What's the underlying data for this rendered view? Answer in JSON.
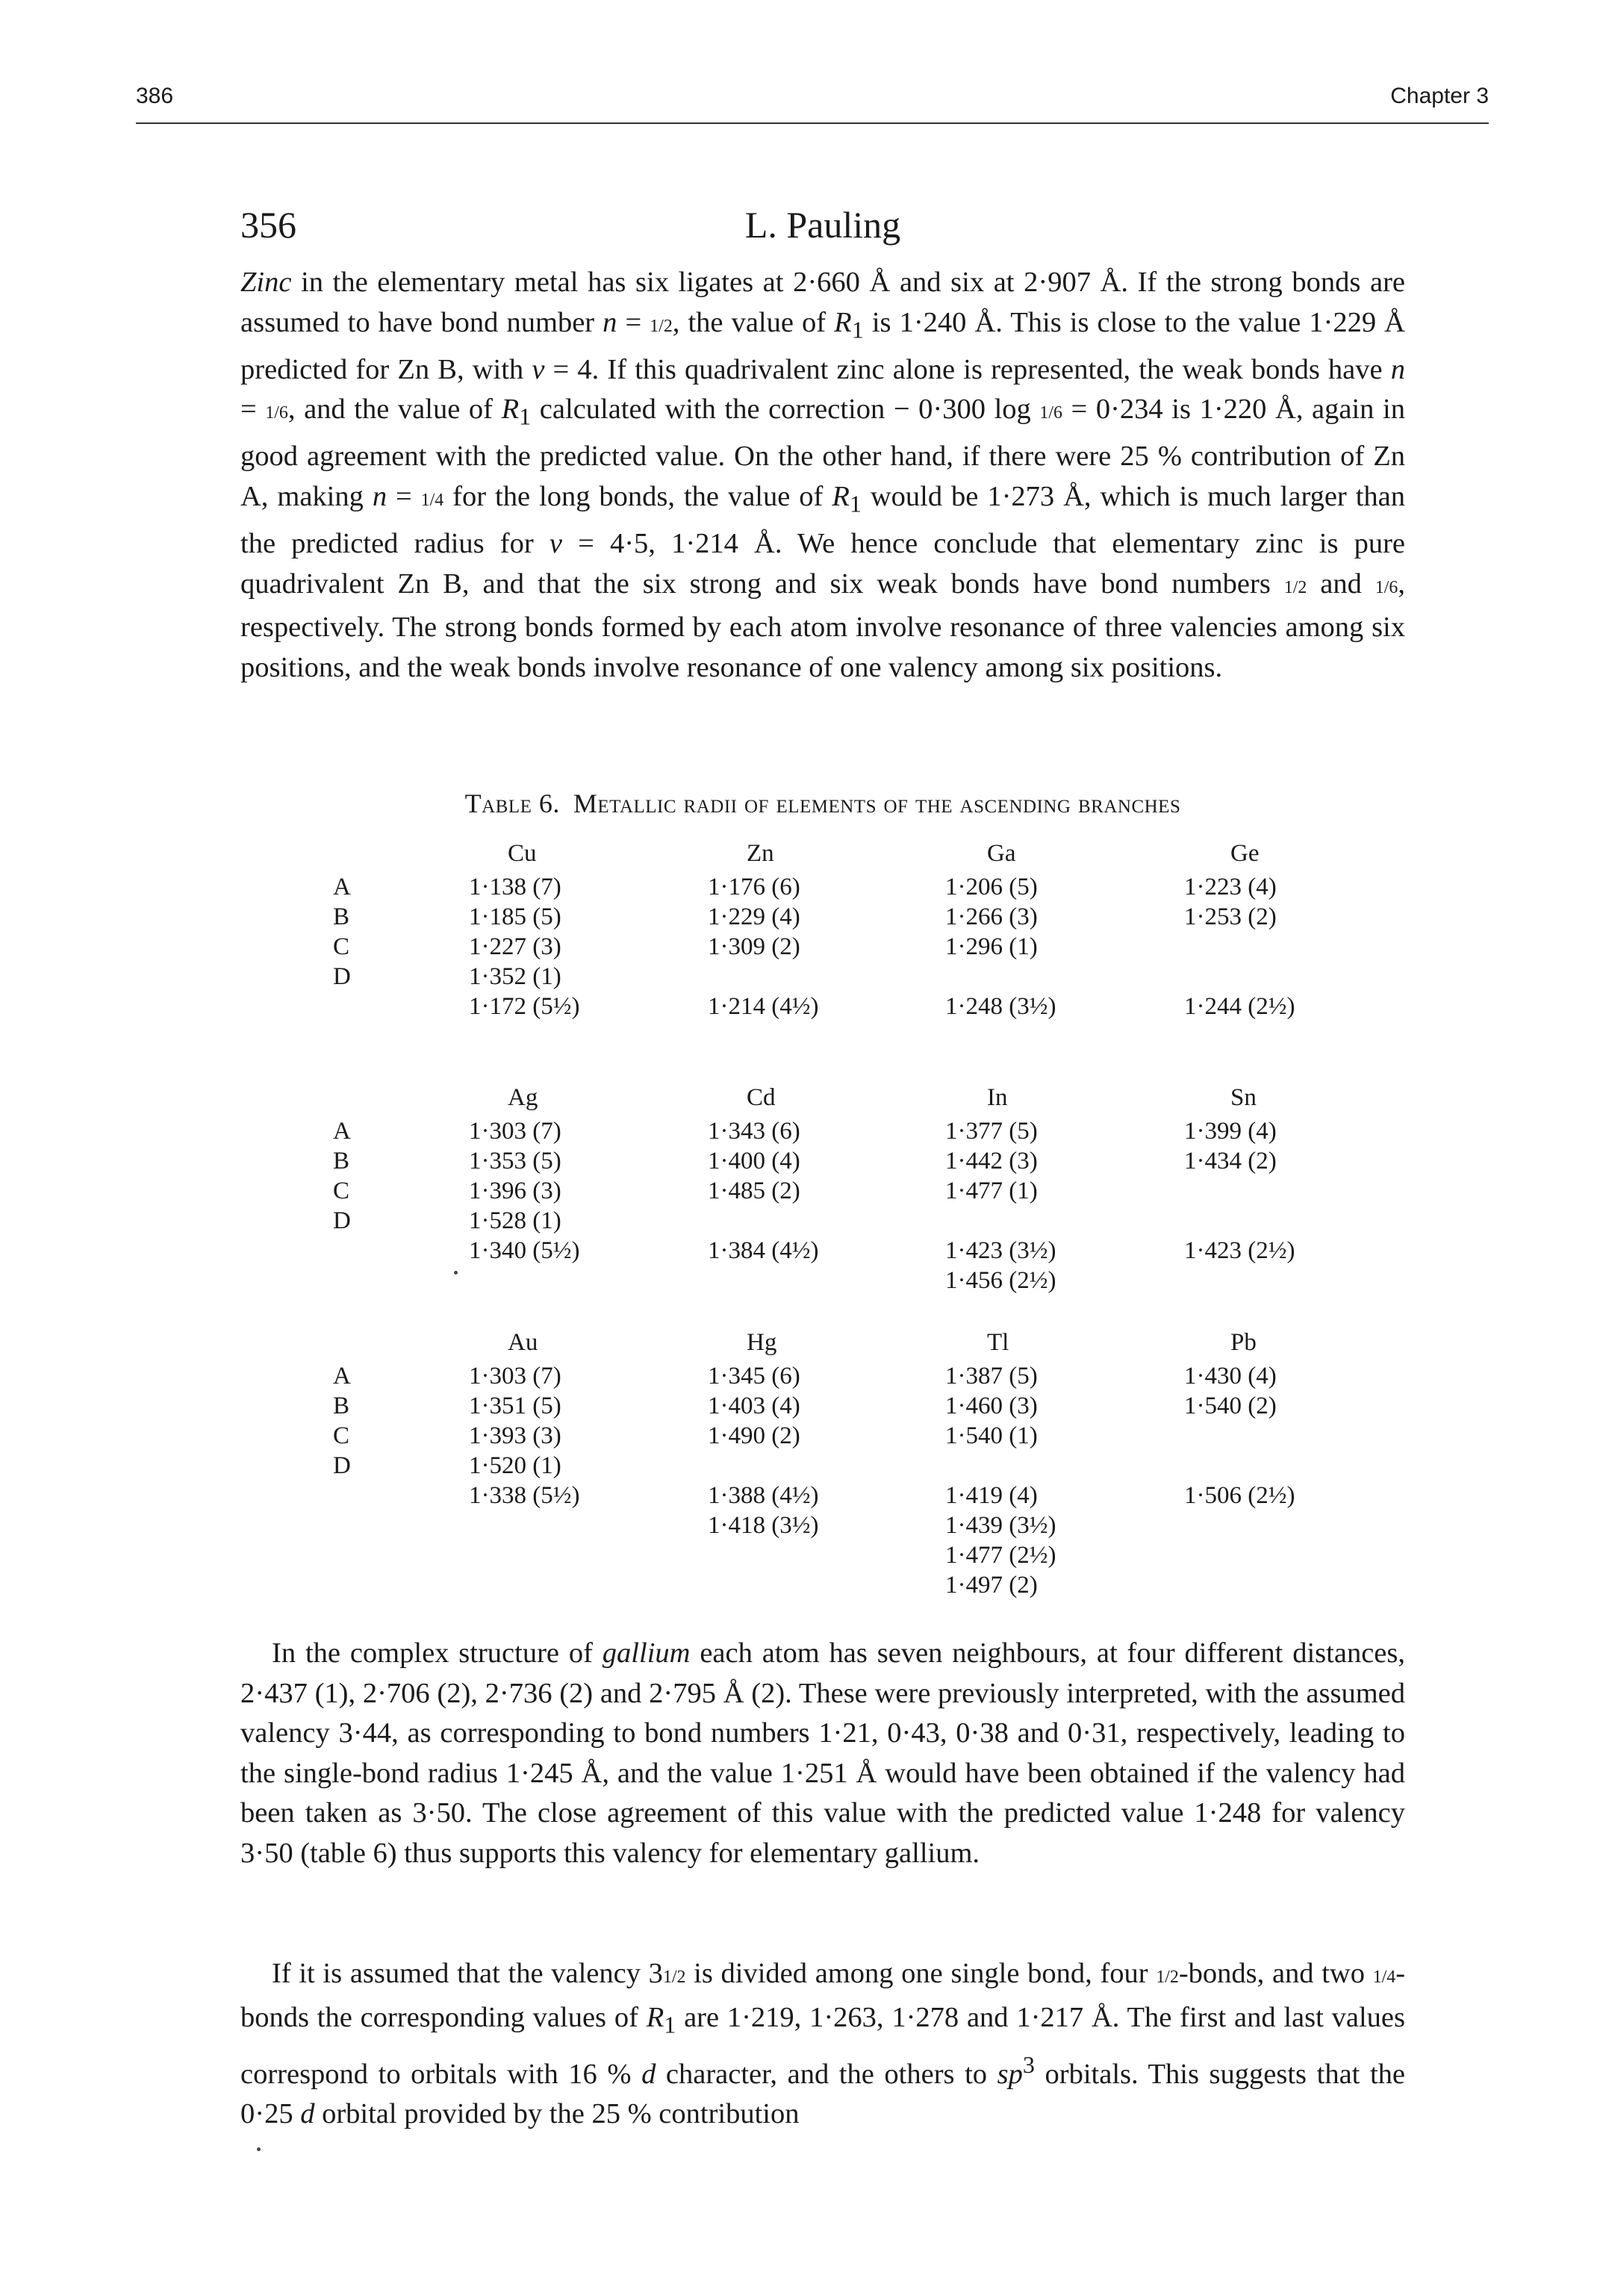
{
  "running_head": {
    "page_number": "386",
    "chapter": "Chapter 3"
  },
  "page_header": {
    "page_number": "356",
    "author": "L. Pauling"
  },
  "paragraph_1": {
    "s0_em": "Zinc",
    "s1": " in the elementary metal has six ligates at 2·660 Å and six at 2·907 Å. If the strong bonds are assumed to have bond number ",
    "s2_em": "n",
    "s3": " = ",
    "s4_frac": "1/2",
    "s5": ", the value of ",
    "s6_em": "R",
    "s7_sub": "1",
    "s8": " is 1·240 Å. This is close to the value 1·229 Å predicted for Zn B, with ",
    "s9_em": "v",
    "s10": " = 4. If this quadrivalent zinc alone is represented, the weak bonds have ",
    "s11_em": "n",
    "s12": " = ",
    "s13_frac": "1/6",
    "s14": ", and the value of ",
    "s15_em": "R",
    "s16_sub": "1",
    "s17": " calculated with the correction − 0·300 log ",
    "s18_frac": "1/6",
    "s19": " = 0·234 is 1·220 Å, again in good agreement with the predicted value. On the other hand, if there were 25 % contribution of Zn A, making ",
    "s20_em": "n",
    "s21": " = ",
    "s22_frac": "1/4",
    "s23": " for the long bonds, the value of ",
    "s24_em": "R",
    "s25_sub": "1",
    "s26": " would be 1·273 Å, which is much larger than the predicted radius for ",
    "s27_em": "v",
    "s28": " = 4·5, 1·214 Å. We hence conclude that elementary zinc is pure quadrivalent Zn B, and that the six strong and six weak bonds have bond numbers ",
    "s29_frac": "1/2",
    "s30": " and ",
    "s31_frac": "1/6",
    "s32": ", respectively. The strong bonds formed by each atom involve resonance of three valencies among six positions, and the weak bonds involve resonance of one valency among six positions."
  },
  "table": {
    "caption_label": "Table 6.",
    "caption_title": "Metallic radii of elements of the ascending branches",
    "row_labels": [
      "A",
      "B",
      "C",
      "D"
    ],
    "groups": [
      {
        "headers": [
          "Cu",
          "Zn",
          "Ga",
          "Ge"
        ],
        "columns": [
          [
            "1·138 (7)",
            "1·185 (5)",
            "1·227 (3)",
            "1·352 (1)",
            "1·172 (5½)"
          ],
          [
            "1·176 (6)",
            "1·229 (4)",
            "1·309 (2)",
            "",
            "1·214 (4½)"
          ],
          [
            "1·206 (5)",
            "1·266 (3)",
            "1·296 (1)",
            "",
            "1·248 (3½)"
          ],
          [
            "1·223 (4)",
            "1·253 (2)",
            "",
            "",
            "1·244 (2½)"
          ]
        ]
      },
      {
        "headers": [
          "Ag",
          "Cd",
          "In",
          "Sn"
        ],
        "columns": [
          [
            "1·303 (7)",
            "1·353 (5)",
            "1·396 (3)",
            "1·528 (1)",
            "1·340 (5½)"
          ],
          [
            "1·343 (6)",
            "1·400 (4)",
            "1·485 (2)",
            "",
            "1·384 (4½)"
          ],
          [
            "1·377 (5)",
            "1·442 (3)",
            "1·477 (1)",
            "",
            "1·423 (3½)",
            "1·456 (2½)"
          ],
          [
            "1·399 (4)",
            "1·434 (2)",
            "",
            "",
            "1·423 (2½)"
          ]
        ]
      },
      {
        "headers": [
          "Au",
          "Hg",
          "Tl",
          "Pb"
        ],
        "columns": [
          [
            "1·303 (7)",
            "1·351 (5)",
            "1·393 (3)",
            "1·520 (1)",
            "1·338 (5½)"
          ],
          [
            "1·345 (6)",
            "1·403 (4)",
            "1·490 (2)",
            "",
            "1·388 (4½)",
            "1·418 (3½)"
          ],
          [
            "1·387 (5)",
            "1·460 (3)",
            "1·540 (1)",
            "",
            "1·419 (4)",
            "1·439 (3½)",
            "1·477 (2½)",
            "1·497 (2)"
          ],
          [
            "1·430 (4)",
            "1·540 (2)",
            "",
            "",
            "1·506 (2½)"
          ]
        ]
      }
    ]
  },
  "paragraph_2": {
    "s0": "In the complex structure of ",
    "s1_em": "gallium",
    "s2": " each atom has seven neighbours, at four different distances, 2·437 (1), 2·706 (2), 2·736 (2) and 2·795 Å (2). These were previously interpreted, with the assumed valency 3·44, as corresponding to bond numbers 1·21, 0·43, 0·38 and 0·31, respectively, leading to the single-bond radius 1·245 Å, and the value 1·251 Å would have been obtained if the valency had been taken as 3·50. The close agreement of this value with the predicted value 1·248 for valency 3·50 (table 6) thus supports this valency for elementary gallium."
  },
  "paragraph_3": {
    "s0": "If it is assumed that the valency 3",
    "s1_frac": "1/2",
    "s2": " is divided among one single bond, four ",
    "s3_frac": "1/2",
    "s4": "-bonds, and two ",
    "s5_frac": "1/4",
    "s6": "-bonds the corresponding values of ",
    "s7_em": "R",
    "s8_sub": "1",
    "s9": " are 1·219, 1·263, 1·278 and 1·217 Å. The first and last values correspond to orbitals with 16 % ",
    "s10_em": "d",
    "s11": " character, and the others to ",
    "s12_em": "sp",
    "s13_sup": "3",
    "s14": " orbitals. This suggests that the 0·25 ",
    "s15_em": "d",
    "s16": " orbital provided by the 25 % contribution"
  }
}
